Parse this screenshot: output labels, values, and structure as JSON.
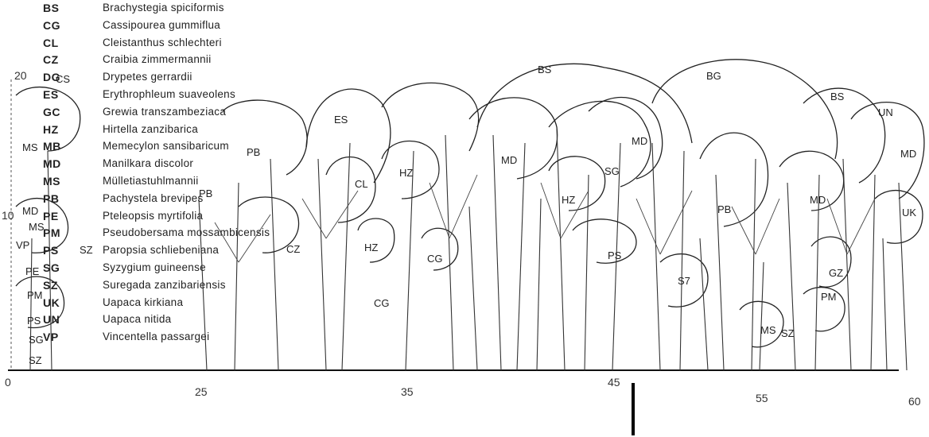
{
  "legend": [
    {
      "code": "BS",
      "name": "Brachystegia spiciformis"
    },
    {
      "code": "CG",
      "name": "Cassipourea gummiflua"
    },
    {
      "code": "CL",
      "name": "Cleistanthus schlechteri"
    },
    {
      "code": "CZ",
      "name": "Craibia zimmermannii"
    },
    {
      "code": "DG",
      "name": "Drypetes gerrardii"
    },
    {
      "code": "ES",
      "name": "Erythrophleum suaveolens"
    },
    {
      "code": "GC",
      "name": "Grewia transzambeziaca"
    },
    {
      "code": "HZ",
      "name": "Hirtella zanzibarica"
    },
    {
      "code": "MB",
      "name": "Memecylon sansibaricum"
    },
    {
      "code": "MD",
      "name": "Manilkara discolor"
    },
    {
      "code": "MS",
      "name": "Mülletiastuhlmannii"
    },
    {
      "code": "PB",
      "name": "Pachystela brevipes"
    },
    {
      "code": "PE",
      "name": "Pteleopsis myrtifolia"
    },
    {
      "code": "PM",
      "name": "Pseudobersama mossambicensis"
    },
    {
      "code": "PS",
      "name": "Paropsia schliebeniana"
    },
    {
      "code": "SG",
      "name": "Syzygium guineense"
    },
    {
      "code": "SZ",
      "name": "Suregada zanzibariensis"
    },
    {
      "code": "UK",
      "name": "Uapaca kirkiana"
    },
    {
      "code": "UN",
      "name": "Uapaca nitida"
    },
    {
      "code": "VP",
      "name": "Vincentella passargei"
    }
  ],
  "axis": {
    "ticks": [
      "0",
      "25",
      "35",
      "45",
      "55",
      "60"
    ],
    "left_marks": [
      "20",
      "10"
    ]
  },
  "crown_labels": [
    "ES",
    "BS",
    "BG",
    "BS",
    "UN",
    "MD",
    "CL",
    "HZ",
    "MD",
    "SG",
    "MD",
    "HZ",
    "PB",
    "PB",
    "MD",
    "UK",
    "HZ",
    "CG",
    "CG",
    "PS",
    "S7",
    "GZ",
    "PM",
    "MS",
    "SZ",
    "PB",
    "SZ",
    "VP",
    "MS",
    "CZ",
    "CS",
    "MS",
    "PE",
    "PM",
    "PS",
    "SG",
    "SZ",
    "MD"
  ]
}
